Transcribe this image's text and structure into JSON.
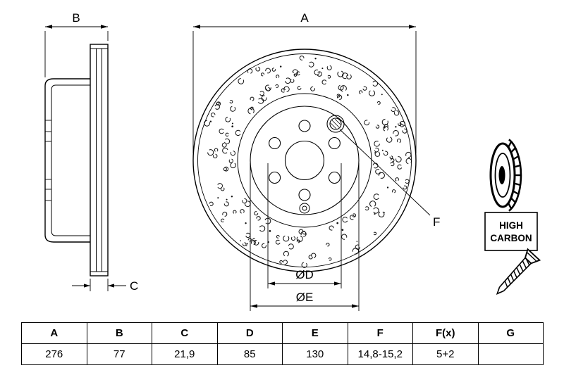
{
  "drawing": {
    "dim_labels": {
      "a": "A",
      "b": "B",
      "c": "C",
      "f": "F",
      "od": "ØD",
      "oe": "ØE"
    },
    "badge": {
      "line1": "HIGH",
      "line2": "CARBON"
    }
  },
  "table": {
    "headers": [
      "A",
      "B",
      "C",
      "D",
      "E",
      "F",
      "F(x)",
      "G"
    ],
    "values": [
      "276",
      "77",
      "21,9",
      "85",
      "130",
      "14,8-15,2",
      "5+2",
      ""
    ]
  }
}
